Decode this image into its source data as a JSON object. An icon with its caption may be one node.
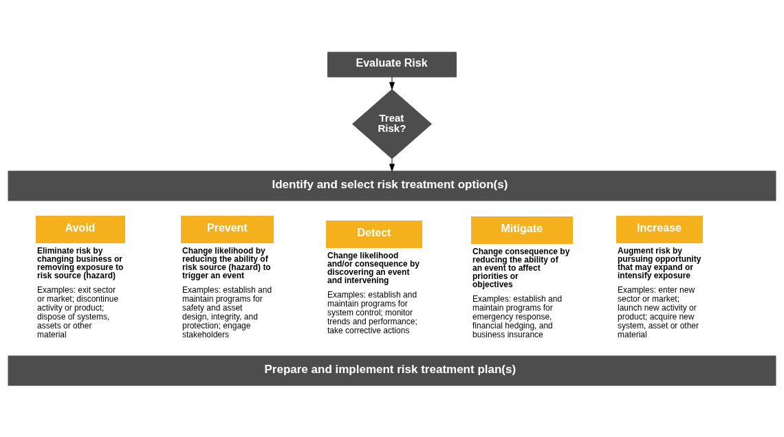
{
  "diagram": {
    "nodes": [
      {
        "text": [
          "Evaluate Risk"
        ]
      },
      {
        "text": [
          "Treat Risk?"
        ]
      },
      {
        "text": [
          "Identify and select risk treatment option(s)"
        ]
      },
      {
        "text": [
          "Avoid"
        ],
        "beside": [
          "Eliminate risk by changing business or removing exposure to risk source (hazard)",
          "Examples: exit sector or market; discontinue activity or product; dispose of systems, assets or other material"
        ]
      },
      {
        "text": [
          "Prevent"
        ],
        "beside": [
          "Change likelihood by reducing the ability of risk source (hazard) to trigger an event",
          "Examples: establish and maintain programs for safety and asset design, integrity, and protection; engage stakeholders"
        ]
      },
      {
        "text": [
          "Detect"
        ],
        "beside": [
          "Change likelihood and/or consequence by discovering an event and intervening",
          "Examples: establish and maintain programs for system control; monitor trends and performance; take corrective actions"
        ]
      },
      {
        "text": [
          "Mitigate"
        ],
        "beside": [
          "Change consequence by reducing the ability of an event to affect priorities or objectives",
          "Examples: establish and maintain programs for emergency response, financial hedging, and business insurance"
        ]
      },
      {
        "text": [
          "Increase"
        ],
        "beside": [
          "Augment risk by pursuing opportunity that may expand or intensify exposure",
          "Examples: enter new sector or market; launch new activity or product; acquire new system, asset or other material"
        ]
      },
      {
        "text": [
          "Prepare and implement risk treatment plan(s)"
        ]
      }
    ],
    "edges": [
      {
        "from": 0,
        "to": 1,
        "arrow": "to"
      },
      {
        "from": 1,
        "to": 2,
        "arrow": "to"
      }
    ]
  }
}
